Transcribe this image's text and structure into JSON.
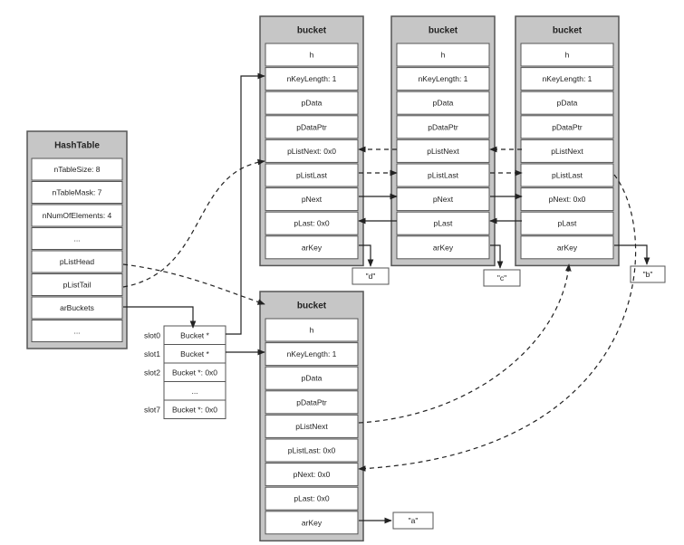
{
  "hashtable": {
    "title": "HashTable",
    "fields": [
      "nTableSize: 8",
      "nTableMask: 7",
      "nNumOfElements: 4",
      "...",
      "pListHead",
      "pListTail",
      "arBuckets",
      "..."
    ]
  },
  "slots": {
    "labels": [
      "slot0",
      "slot1",
      "slot2",
      "",
      "slot7"
    ],
    "values": [
      "Bucket *",
      "Bucket *",
      "Bucket *: 0x0",
      "...",
      "Bucket *: 0x0"
    ]
  },
  "buckets": [
    {
      "id": "d",
      "title": "bucket",
      "fields": [
        "h",
        "nKeyLength: 1",
        "pData",
        "pDataPtr",
        "pListNext: 0x0",
        "pListLast",
        "pNext",
        "pLast: 0x0",
        "arKey"
      ]
    },
    {
      "id": "c",
      "title": "bucket",
      "fields": [
        "h",
        "nKeyLength: 1",
        "pData",
        "pDataPtr",
        "pListNext",
        "pListLast",
        "pNext",
        "pLast",
        "arKey"
      ]
    },
    {
      "id": "b",
      "title": "bucket",
      "fields": [
        "h",
        "nKeyLength: 1",
        "pData",
        "pDataPtr",
        "pListNext",
        "pListLast",
        "pNext: 0x0",
        "pLast",
        "arKey"
      ]
    },
    {
      "id": "a",
      "title": "bucket",
      "fields": [
        "h",
        "nKeyLength: 1",
        "pData",
        "pDataPtr",
        "pListNext",
        "pListLast: 0x0",
        "pNext: 0x0",
        "pLast: 0x0",
        "arKey"
      ]
    }
  ],
  "keys": {
    "d": "\"d\"",
    "c": "\"c\"",
    "b": "\"b\"",
    "a": "\"a\""
  }
}
